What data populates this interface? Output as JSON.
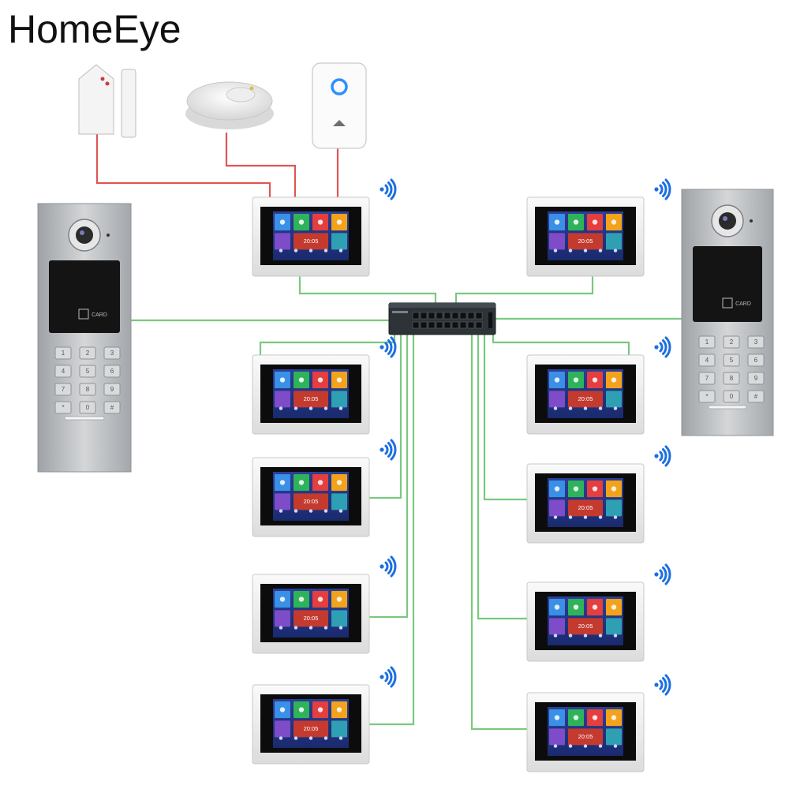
{
  "brand": {
    "name": "HomeEye"
  },
  "colors": {
    "poe_cable": "#79c97e",
    "alarm_wire": "#e05555",
    "wifi": "#1b6fe0",
    "panel_metal": "#b9bcbf",
    "monitor_frame": "#eeeeee",
    "switch_body": "#2e3338"
  },
  "icons": {
    "door_station": "outdoor-door-station-icon",
    "monitor": "indoor-monitor-icon",
    "switch": "poe-switch-icon",
    "wifi": "wifi-icon",
    "door_sensor": "door-sensor-icon",
    "smoke_detector": "smoke-detector-icon",
    "doorbell": "doorbell-button-icon"
  },
  "door_station": {
    "card_label": "CARD",
    "keypad": [
      "1",
      "2",
      "3",
      "4",
      "5",
      "6",
      "7",
      "8",
      "9",
      "*",
      "0",
      "#"
    ]
  },
  "monitor": {
    "clock": "20:05"
  },
  "diagram": {
    "nodes": [
      {
        "id": "door-sensor",
        "kind": "door_sensor"
      },
      {
        "id": "smoke-detector",
        "kind": "smoke_detector"
      },
      {
        "id": "doorbell-button",
        "kind": "doorbell"
      },
      {
        "id": "door-station-left",
        "kind": "door_station"
      },
      {
        "id": "door-station-right",
        "kind": "door_station"
      },
      {
        "id": "poe-switch",
        "kind": "switch"
      },
      {
        "id": "monitor-1",
        "kind": "monitor"
      },
      {
        "id": "monitor-2",
        "kind": "monitor"
      },
      {
        "id": "monitor-3",
        "kind": "monitor"
      },
      {
        "id": "monitor-4",
        "kind": "monitor"
      },
      {
        "id": "monitor-5",
        "kind": "monitor"
      },
      {
        "id": "monitor-6",
        "kind": "monitor"
      },
      {
        "id": "monitor-7",
        "kind": "monitor"
      },
      {
        "id": "monitor-8",
        "kind": "monitor"
      },
      {
        "id": "monitor-9",
        "kind": "monitor"
      },
      {
        "id": "monitor-10",
        "kind": "monitor"
      }
    ],
    "edges": [
      {
        "from": "door-sensor",
        "to": "monitor-1",
        "type": "alarm"
      },
      {
        "from": "smoke-detector",
        "to": "monitor-1",
        "type": "alarm"
      },
      {
        "from": "doorbell-button",
        "to": "monitor-1",
        "type": "alarm"
      },
      {
        "from": "door-station-left",
        "to": "poe-switch",
        "type": "cable"
      },
      {
        "from": "door-station-right",
        "to": "poe-switch",
        "type": "cable"
      },
      {
        "from": "monitor-1",
        "to": "poe-switch",
        "type": "cable"
      },
      {
        "from": "monitor-2",
        "to": "poe-switch",
        "type": "cable"
      },
      {
        "from": "monitor-3",
        "to": "poe-switch",
        "type": "cable"
      },
      {
        "from": "monitor-4",
        "to": "poe-switch",
        "type": "cable"
      },
      {
        "from": "monitor-5",
        "to": "poe-switch",
        "type": "cable"
      },
      {
        "from": "monitor-6",
        "to": "poe-switch",
        "type": "cable"
      },
      {
        "from": "monitor-7",
        "to": "poe-switch",
        "type": "cable"
      },
      {
        "from": "monitor-8",
        "to": "poe-switch",
        "type": "cable"
      },
      {
        "from": "monitor-9",
        "to": "poe-switch",
        "type": "cable"
      },
      {
        "from": "monitor-10",
        "to": "poe-switch",
        "type": "cable"
      }
    ]
  }
}
